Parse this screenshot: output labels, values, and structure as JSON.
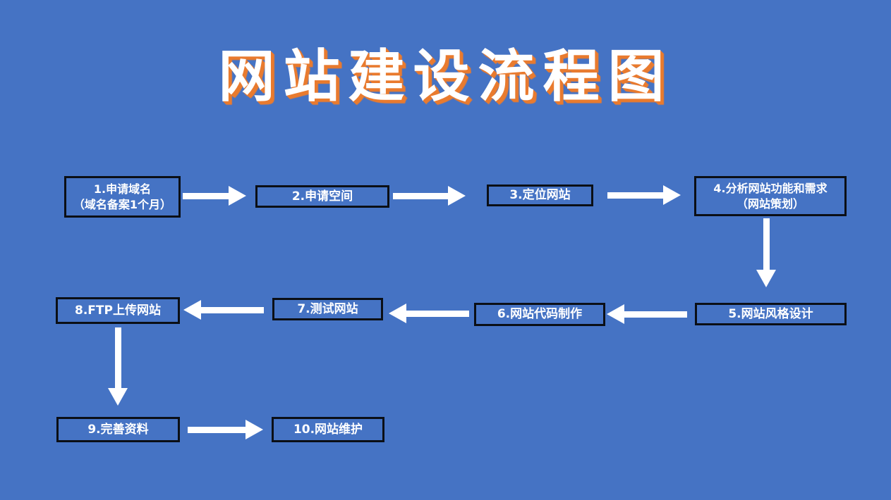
{
  "title": "网站建设流程图",
  "colors": {
    "background": "#4573C4",
    "box_border": "#0B0F16",
    "box_text": "#FFFFFF",
    "arrow": "#FFFFFF",
    "title_text": "#FFFFFF",
    "title_shadow": "#E97B2F"
  },
  "nodes": [
    {
      "label": "1.申请域名",
      "sublabel": "（域名备案1个月）"
    },
    {
      "label": "2.申请空间"
    },
    {
      "label": "3.定位网站"
    },
    {
      "label": "4.分析网站功能和需求",
      "sublabel": "（网站策划）"
    },
    {
      "label": "5.网站风格设计"
    },
    {
      "label": "6.网站代码制作"
    },
    {
      "label": "7.测试网站"
    },
    {
      "label": "8.FTP上传网站"
    },
    {
      "label": "9.完善资料"
    },
    {
      "label": "10.网站维护"
    }
  ],
  "edges": [
    {
      "from": "1.申请域名",
      "to": "2.申请空间",
      "direction": "right"
    },
    {
      "from": "2.申请空间",
      "to": "3.定位网站",
      "direction": "right"
    },
    {
      "from": "3.定位网站",
      "to": "4.分析网站功能和需求",
      "direction": "right"
    },
    {
      "from": "4.分析网站功能和需求",
      "to": "5.网站风格设计",
      "direction": "down"
    },
    {
      "from": "5.网站风格设计",
      "to": "6.网站代码制作",
      "direction": "left"
    },
    {
      "from": "6.网站代码制作",
      "to": "7.测试网站",
      "direction": "left"
    },
    {
      "from": "7.测试网站",
      "to": "8.FTP上传网站",
      "direction": "left"
    },
    {
      "from": "8.FTP上传网站",
      "to": "9.完善资料",
      "direction": "down"
    },
    {
      "from": "9.完善资料",
      "to": "10.网站维护",
      "direction": "right"
    }
  ]
}
